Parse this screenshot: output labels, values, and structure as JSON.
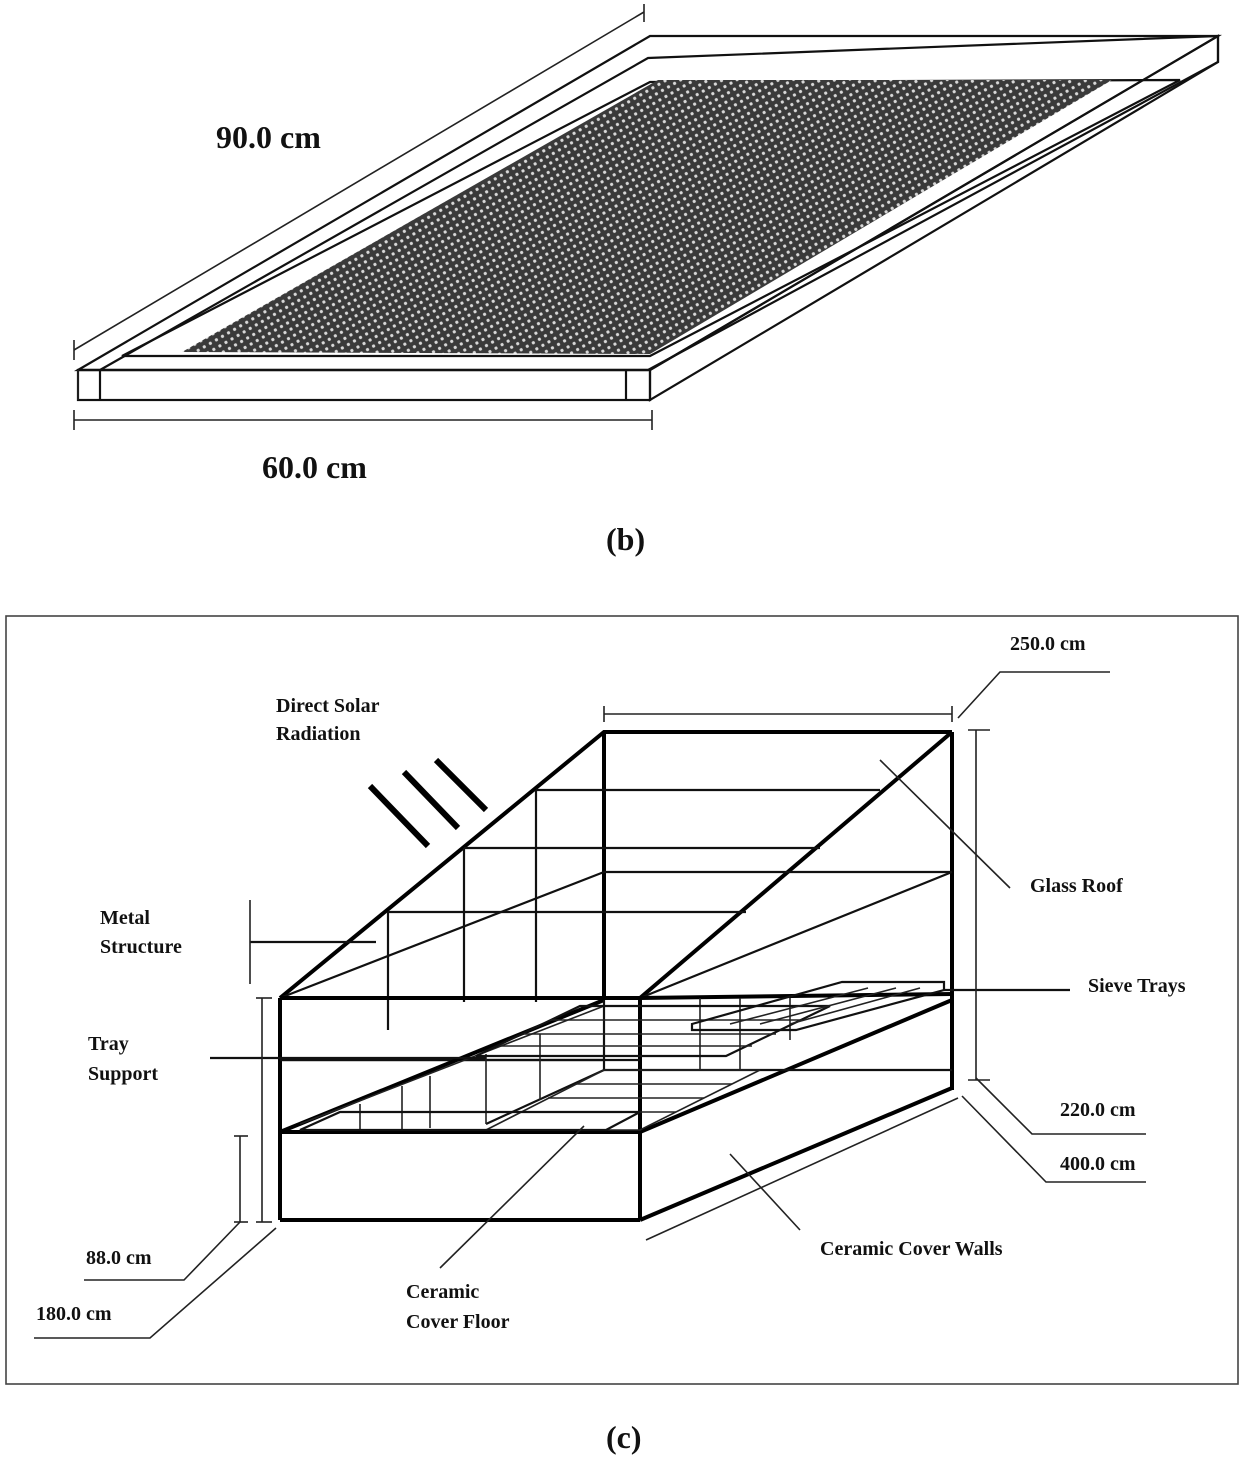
{
  "figure_b": {
    "dimensions": {
      "length": "90.0 cm",
      "width": "60.0 cm"
    },
    "caption": "(b)"
  },
  "figure_c": {
    "labels": {
      "direct_solar_radiation_line1": "Direct Solar",
      "direct_solar_radiation_line2": "Radiation",
      "glass_roof": "Glass Roof",
      "metal_structure_line1": "Metal",
      "metal_structure_line2": "Structure",
      "sieve_trays": "Sieve Trays",
      "tray_support_line1": "Tray",
      "tray_support_line2": "Support",
      "ceramic_cover_walls": "Ceramic Cover Walls",
      "ceramic_cover_floor_line1": "Ceramic",
      "ceramic_cover_floor_line2": "Cover Floor"
    },
    "dimensions": {
      "roof_length": "250.0 cm",
      "height": "220.0 cm",
      "length": "400.0 cm",
      "wall_height": "88.0 cm",
      "width": "180.0 cm"
    },
    "caption": "(c)"
  }
}
